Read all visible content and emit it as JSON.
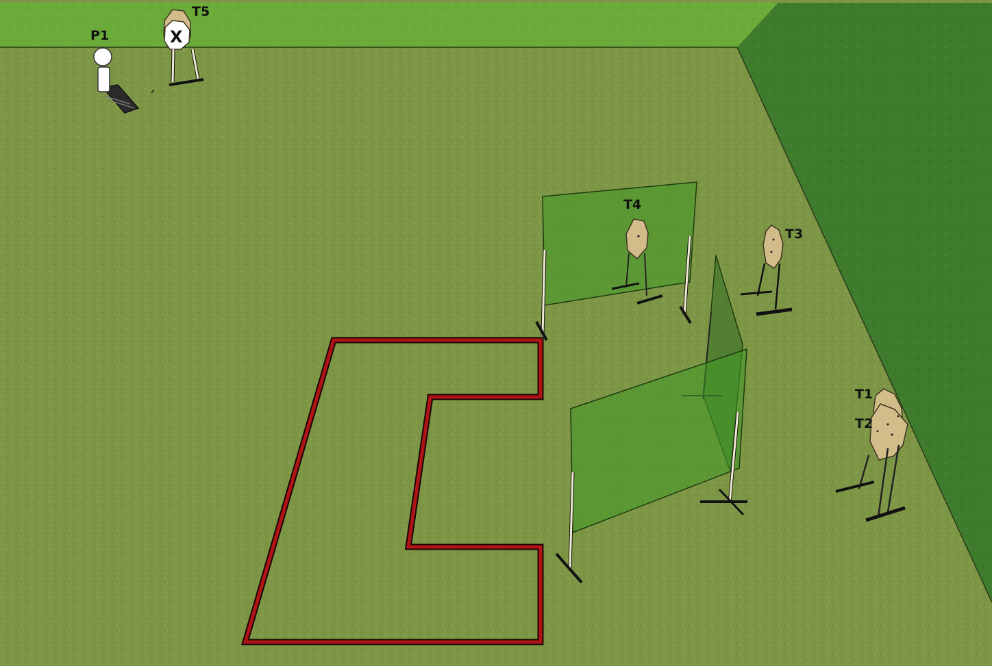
{
  "labels": {
    "p1": "P1",
    "t1": "T1",
    "t2": "T2",
    "t3": "T3",
    "t4": "T4",
    "t5": "T5",
    "t5_mark": "X"
  },
  "colors": {
    "ground": "#7d9646",
    "back_wall": "#6bab3a",
    "side_wall": "#3e7b2c",
    "shooting_box": "#b01414",
    "wall_panel": "#3f9a27",
    "target_cardboard": "#d2bc8a",
    "popper": "#ffffff",
    "post": "#f0ead2"
  },
  "icons": {
    "popper": "steel-popper-icon",
    "target": "ipsc-target-icon",
    "no_shoot": "no-shoot-cross-icon"
  }
}
